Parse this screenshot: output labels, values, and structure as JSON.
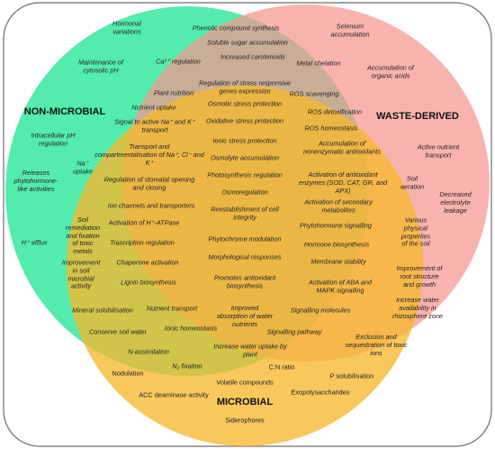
{
  "titles": {
    "non_microbial": "NON-MICROBIAL",
    "waste_derived": "WASTE-DERIVED",
    "microbial": "MICROBIAL"
  },
  "colors": {
    "non_microbial": "#2ee89b",
    "waste_derived": "#f7958f",
    "microbial": "#f6b92e",
    "frame": "#6d6d6d"
  },
  "labels": {
    "t01": "Hormonal\nvariations",
    "t02": "Phenolic compound synthesis",
    "t03": "Selenium\naccumulation",
    "t04": "Soluble sugar accumulation",
    "t05": "Maintenance of\ncytosolic pH",
    "t06": "Ca²⁺ regulation",
    "t07": "Increased carotenoids",
    "t08": "Metal chelation",
    "t09": "Accumulation of\norganic acids",
    "t10": "Regulation of stress responsive\ngenes expression",
    "t11": "Plant nutrition",
    "t12": "ROS scavenging",
    "t13": "Nutrient uptake",
    "t14": "Osmotic stress protection",
    "t15": "ROS detoxification",
    "t16": "Signal to active Na⁺ and K⁺\ntransport",
    "t17": "Oxidative stress protection",
    "t18": "ROS homeostasis",
    "t19": "Intracellular pH\nregulation",
    "t20": "Transport and\ncompartmentalisation of Na⁺, Cl⁻ and\nK⁺",
    "t21": "Ionic stress protection",
    "t22": "Accumulation of\nnonenzymatic antioxidants",
    "t23": "Active nutrient\ntransport",
    "t24": "Osmolyte accumulation",
    "t25": "Na⁺\nuptake",
    "t26": "Releases\nphytohormone-\nlike activities",
    "t27": "Photosynthesis regulation",
    "t28": "Activation of antioxidant\nenzymes (SOD, CAT, GR, and\nAPX)",
    "t29": "Regulation of stomatal opening\nand closing",
    "t30": "Soil\naeration",
    "t31": "Decreased\nelectrolyte\nleakage",
    "t32": "Osmoregulation",
    "t33": "Ion channels and transporters",
    "t34": "Activation of secondary\nmetabolites",
    "t35": "Reestablishment of cell\nintegrity",
    "t36": "Soil\nremediation\nand fixation\nof toxic\nmetals",
    "t37": "Activation of H⁺-ATPase",
    "t38": "Phytohormone signalling",
    "t39": "Various\nphysical\nproperties\nof the soil",
    "t40": "H⁺ efflux",
    "t41": "Phytochrome modulation",
    "t42": "Trascription regulation",
    "t43": "Hormone biosynthesis",
    "t44": "Chaperone activation",
    "t45": "Morphological responses",
    "t46": "Improvement\nin soil\nmicrobial\nactivity",
    "t47": "Membrane stability",
    "t48": "Improvement of\nroot structure\nand growth",
    "t49": "Lignin biosynthesis",
    "t50": "Promotes antioxidant\nbiosynthesis",
    "t51": "Activation of ABA and\nMAPK signalling",
    "t52": "Increase water\navailability in\nrhizosphere zone",
    "t53": "Mineral solubilisation",
    "t54": "Nutrient transport",
    "t55": "Improved\nabsorption of water\nnutrients",
    "t56": "Signalling molecules",
    "t57": "Ionic homeostasis",
    "t58": "Conserve soil water",
    "t59": "Signalling pathway",
    "t60": "Exclusion and\nsequestration of toxic\nions",
    "t61": "Increase water uptake by\nplant",
    "t62": "N-assimilation",
    "t63": "N₂ fixation",
    "t64": "C:N ratio",
    "t65": "Nodulation",
    "t66": "P solubilisation",
    "t67": "Volatile compounds",
    "t68": "ACC deaminase activity",
    "t69": "Exopolysaccharides",
    "t70": "Siderophores"
  }
}
